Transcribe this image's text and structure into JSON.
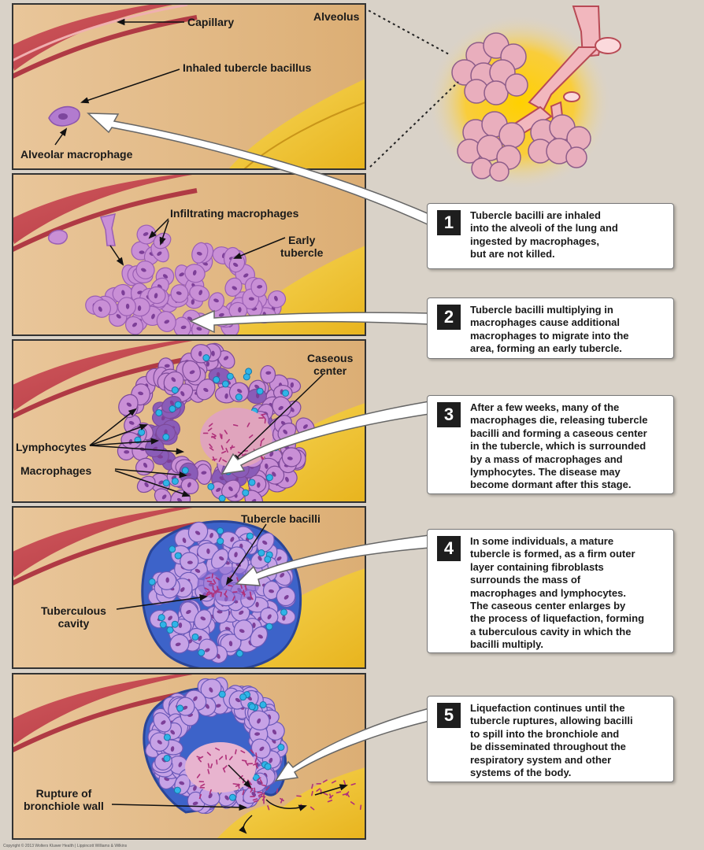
{
  "panel_labels": {
    "capillary": "Capillary",
    "alveolus": "Alveolus",
    "inhaled_bacillus": "Inhaled tubercle bacillus",
    "alveolar_macrophage": "Alveolar macrophage",
    "infiltrating_macrophages": "Infiltrating macrophages",
    "early_tubercle": "Early\ntubercle",
    "caseous_center": "Caseous\ncenter",
    "lymphocytes": "Lymphocytes",
    "macrophages": "Macrophages",
    "tubercle_bacilli": "Tubercle bacilli",
    "tuberculous_cavity": "Tuberculous\ncavity",
    "rupture": "Rupture of\nbronchiole wall"
  },
  "steps": [
    {
      "number": "1",
      "text": "Tubercle bacilli are inhaled\ninto the alveoli of the lung and\ningested by macrophages,\nbut are not killed."
    },
    {
      "number": "2",
      "text": "Tubercle bacilli multiplying in\nmacrophages cause additional\nmacrophages to migrate into the\narea, forming an early tubercle."
    },
    {
      "number": "3",
      "text": "After a few weeks, many of the\nmacrophages die, releasing tubercle\nbacilli and forming a caseous center\nin the tubercle, which is surrounded\nby a mass of macrophages and\nlymphocytes. The disease may\nbecome dormant after this stage."
    },
    {
      "number": "4",
      "text": "In some individuals, a mature\ntubercle is formed, as a firm outer\nlayer containing fibroblasts\nsurrounds the mass of\nmacrophages and lymphocytes.\nThe caseous center enlarges by\nthe process of liquefaction, forming\na tuberculous cavity in which the\nbacilli multiply."
    },
    {
      "number": "5",
      "text": "Liquefaction continues until the\ntubercle ruptures, allowing bacilli\nto spill into the bronchiole and\nbe disseminated throughout the\nrespiratory system and other\nsystems of the body."
    }
  ],
  "copyright": "Copyright © 2013 Wolters Kluwer Health | Lippincott Williams & Wilkins",
  "colors": {
    "background": "#d9d2c8",
    "tissue": "#e8c28d",
    "capillary": "#c9484f",
    "alveolar_wall": "#f0c530",
    "macrophage": "#c98fd6",
    "dead_macrophage": "#8a5cb8",
    "lymphocyte": "#2fb4e8",
    "fibrous_layer": "#3d63c9",
    "bacilli": "#b0307a"
  }
}
